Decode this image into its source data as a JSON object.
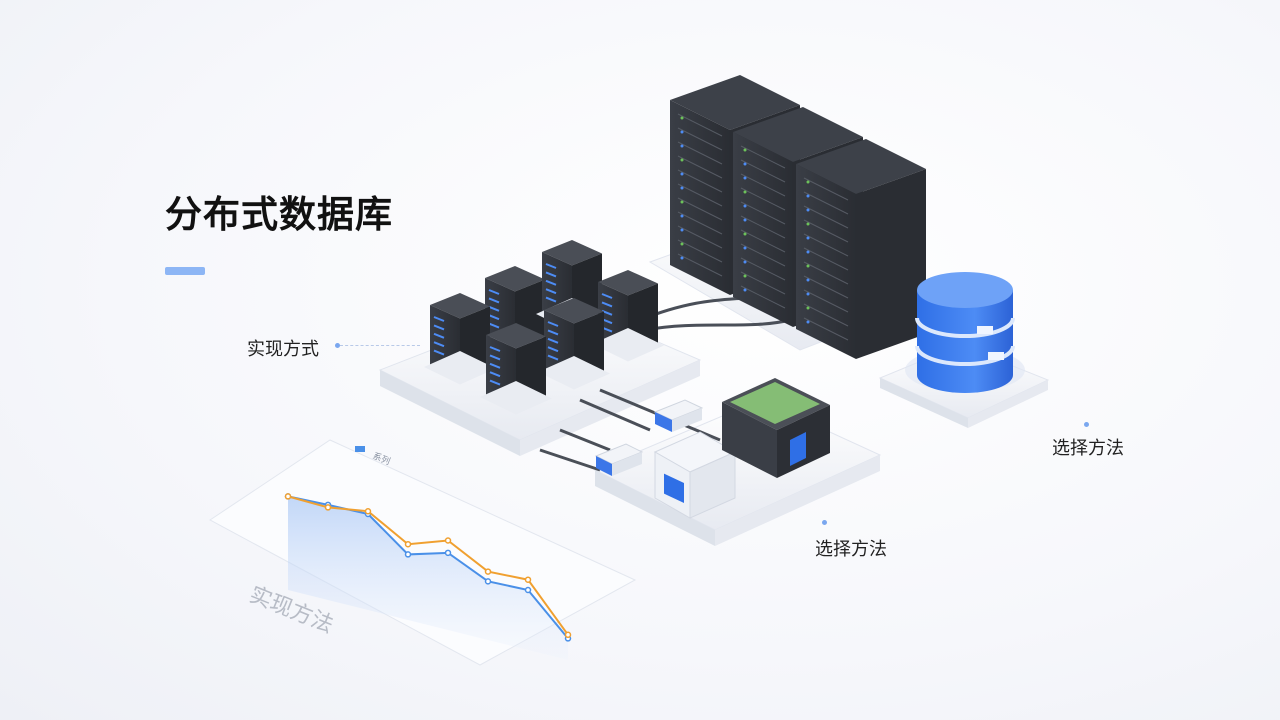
{
  "title": "分布式数据库",
  "callouts": {
    "left": "实现方式",
    "right": "选择方法",
    "bottom": "选择方法"
  },
  "chart_card": {
    "legend": "系列",
    "caption": "实现方法",
    "chart_data": {
      "type": "line",
      "series": [
        {
          "values": [
            0.78,
            0.74,
            0.7,
            0.45,
            0.5,
            0.36,
            0.35,
            0.12
          ]
        },
        {
          "values": [
            0.78,
            0.72,
            0.72,
            0.52,
            0.58,
            0.42,
            0.41,
            0.14
          ]
        }
      ]
    }
  },
  "colors": {
    "accent": "#3b7ef0",
    "rack_dark": "#2f3238",
    "series_blue": "#4a90e8",
    "series_orange": "#f0a030",
    "series_green": "#6cc25a"
  }
}
